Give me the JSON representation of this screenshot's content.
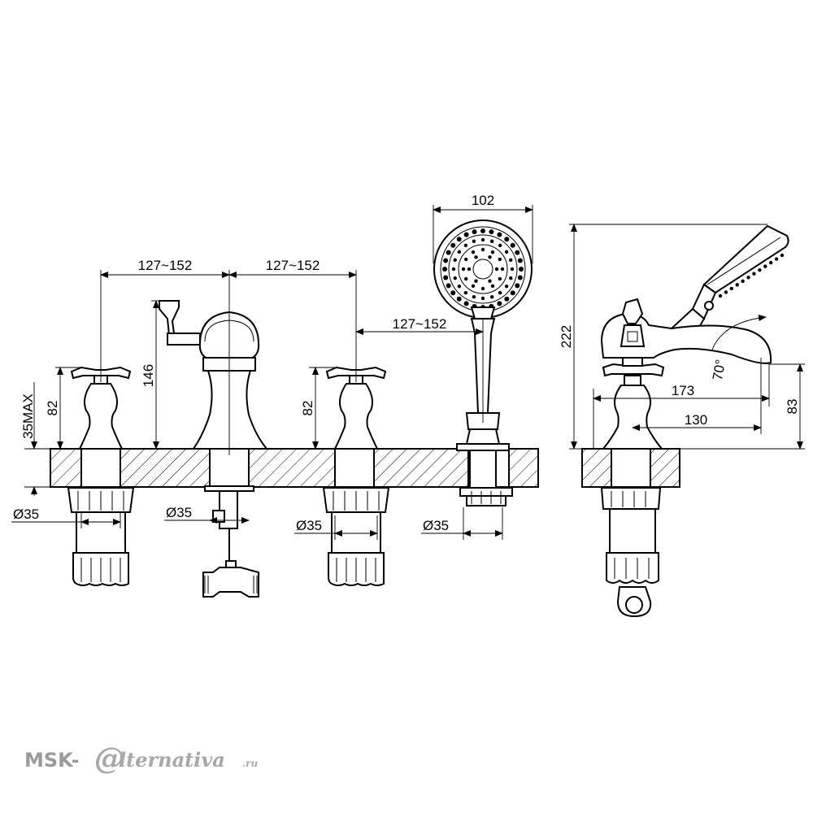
{
  "dimensions": {
    "handshower_width": "102",
    "spacing_left": "127~152",
    "spacing_right": "127~152",
    "spacing_shower": "127~152",
    "deck_thickness": "35MAX",
    "valve_height_left": "82",
    "spout_height": "146",
    "valve_height_right": "82",
    "side_total_height": "222",
    "side_angle": "70°",
    "side_reach_spout": "173",
    "side_reach_valve": "130",
    "side_height": "83",
    "dia_1": "Ø35",
    "dia_2": "Ø35",
    "dia_3": "Ø35",
    "dia_4": "Ø35"
  },
  "logo": {
    "left": "MSK-",
    "mark": "@",
    "right": "lternativa",
    "suffix": ".ru"
  }
}
